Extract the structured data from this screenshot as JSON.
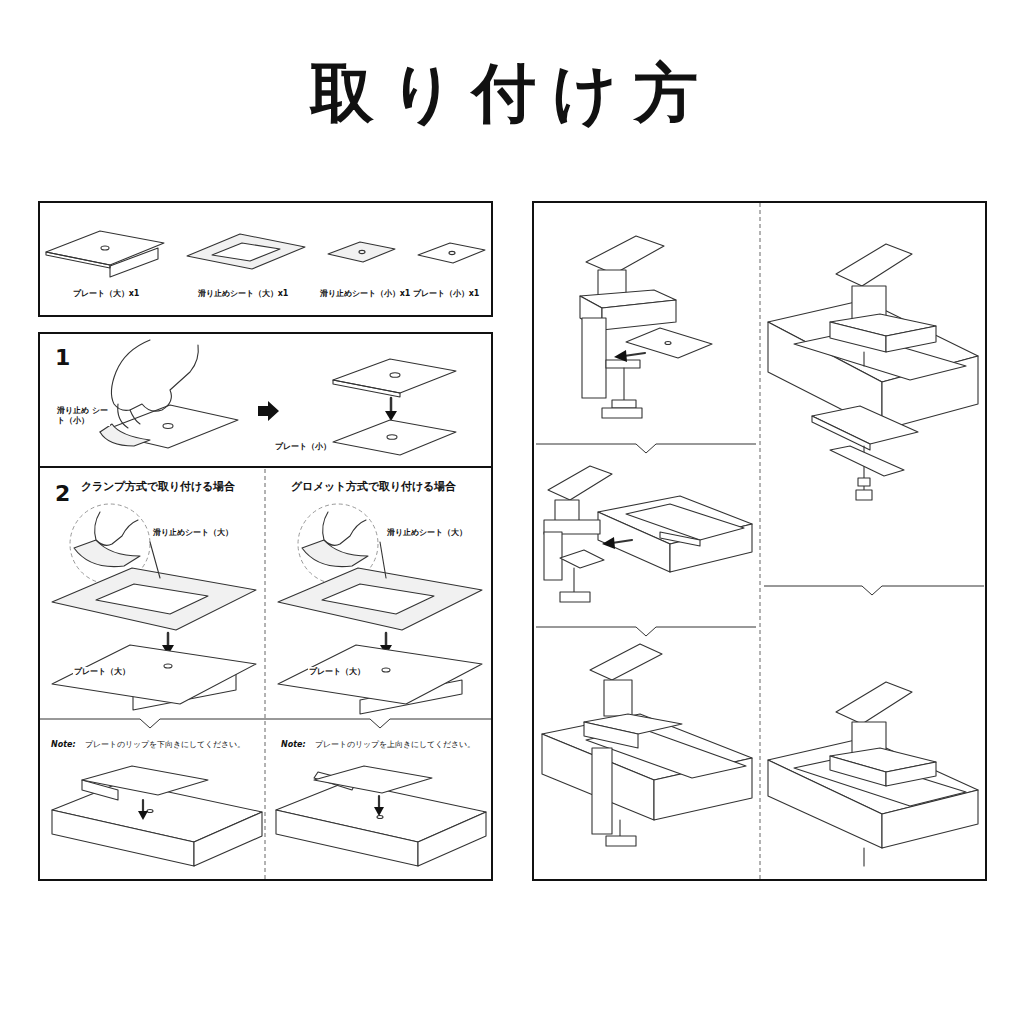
{
  "diagram": {
    "title": "取り付け方",
    "nodes": [
      {
        "text": [
          "プレート（大）x1",
          "滑り止めシート（大）x1",
          "滑り止めシート（小）x1",
          "プレート（小）x1"
        ]
      },
      {
        "text": [
          "1",
          "滑り止め シート（小）",
          "プレート（小）"
        ]
      },
      {
        "text": [
          "2",
          "クランプ方式で取り付ける場合",
          "滑り止めシート（大）",
          "プレート（大）",
          "Note:",
          "プレートのリップを下向きにしてください。",
          "グロメット方式で取り付ける場合",
          "滑り止めシート（大）",
          "プレート（大）",
          "Note:",
          "プレートのリップを上向きにしてください。"
        ]
      }
    ]
  }
}
